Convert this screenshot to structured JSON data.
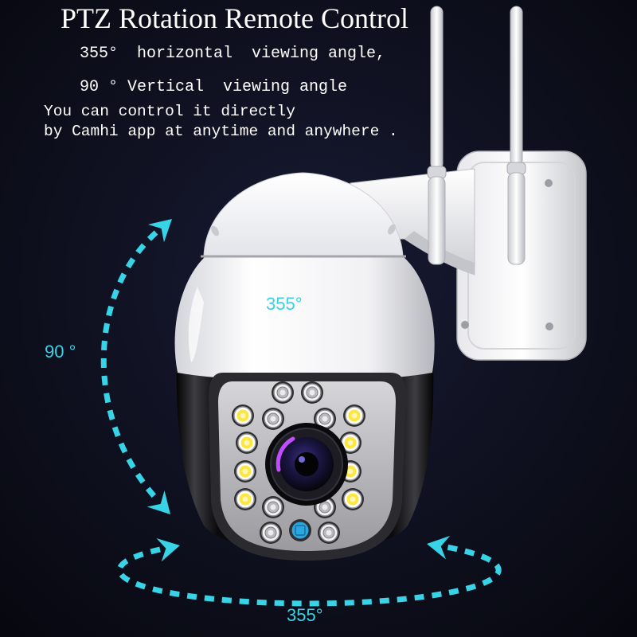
{
  "headline": "PTZ Rotation Remote Control",
  "features": {
    "horizontal_angle": "355°  horizontal  viewing angle,",
    "vertical_angle": "90 ° Vertical  viewing angle",
    "control_line1": "You can control it directly",
    "control_line2": "by Camhi app at anytime and anywhere ."
  },
  "labels": {
    "vertical_rotation": "90 °",
    "dome_marking": "355°",
    "horizontal_rotation": "355°"
  },
  "colors": {
    "background": "#07080f",
    "accent": "#38d3e6",
    "text": "#ffffff"
  }
}
